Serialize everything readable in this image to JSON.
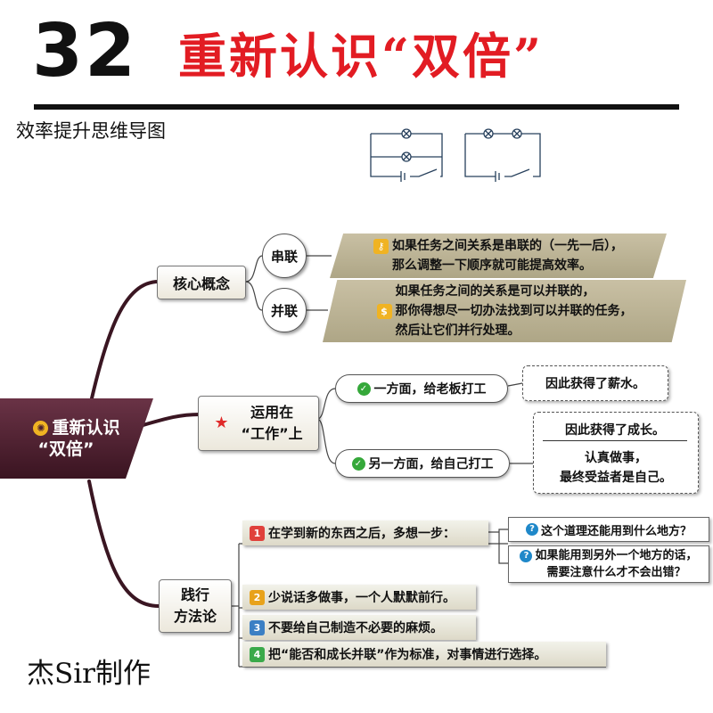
{
  "header": {
    "number": "32",
    "title": "重新认识“双倍”",
    "subtitle": "效率提升思维导图"
  },
  "central": {
    "line1": "重新认识",
    "line2": "“双倍”"
  },
  "branches": {
    "core": {
      "label": "核心概念",
      "series": {
        "label": "串联",
        "text": [
          "如果任务之间关系是串联的（一先一后），",
          "那么调整一下顺序就可能提高效率。"
        ]
      },
      "parallel": {
        "label": "并联",
        "text": [
          "如果任务之间的关系是可以并联的，",
          "那你得想尽一切办法找到可以并联的任务，",
          "然后让它们并行处理。"
        ]
      }
    },
    "work": {
      "label_line1": "运用在",
      "label_line2": "“工作”上",
      "boss": {
        "label": "一方面，给老板打工",
        "result": "因此获得了薪水。"
      },
      "self": {
        "label": "另一方面，给自己打工",
        "result": "因此获得了成长。",
        "note": [
          "认真做事，",
          "最终受益者是自己。"
        ]
      }
    },
    "method": {
      "label_line1": "践行",
      "label_line2": "方法论",
      "steps": [
        {
          "num": "1",
          "text": "在学到新的东西之后，多想一步："
        },
        {
          "num": "2",
          "text": "少说话多做事，一个人默默前行。"
        },
        {
          "num": "3",
          "text": "不要给自己制造不必要的麻烦。"
        },
        {
          "num": "4",
          "text": "把“能否和成长并联”作为标准，对事情进行选择。"
        }
      ],
      "questions": [
        {
          "text": [
            "这个道理还能用到什么地方？"
          ]
        },
        {
          "text": [
            "如果能用到另外一个地方的话，",
            "需要注意什么才不会出错？"
          ]
        }
      ]
    }
  },
  "credit": "杰Sir制作",
  "colors": {
    "title_red": "#e21c23",
    "central_fill": "#4a1f30",
    "parallelogram": "#bdb596",
    "step1": "#e0413b",
    "step2": "#e8a21a",
    "step3": "#3b7fc4",
    "step4": "#3aa94a",
    "check": "#35a83a",
    "question": "#1f88c9"
  },
  "icons": {
    "central": "lightbulb-icon",
    "series": "key-icon",
    "parallel": "dollar-icon",
    "work": "star-icon",
    "check": "check-icon",
    "question": "question-icon"
  }
}
